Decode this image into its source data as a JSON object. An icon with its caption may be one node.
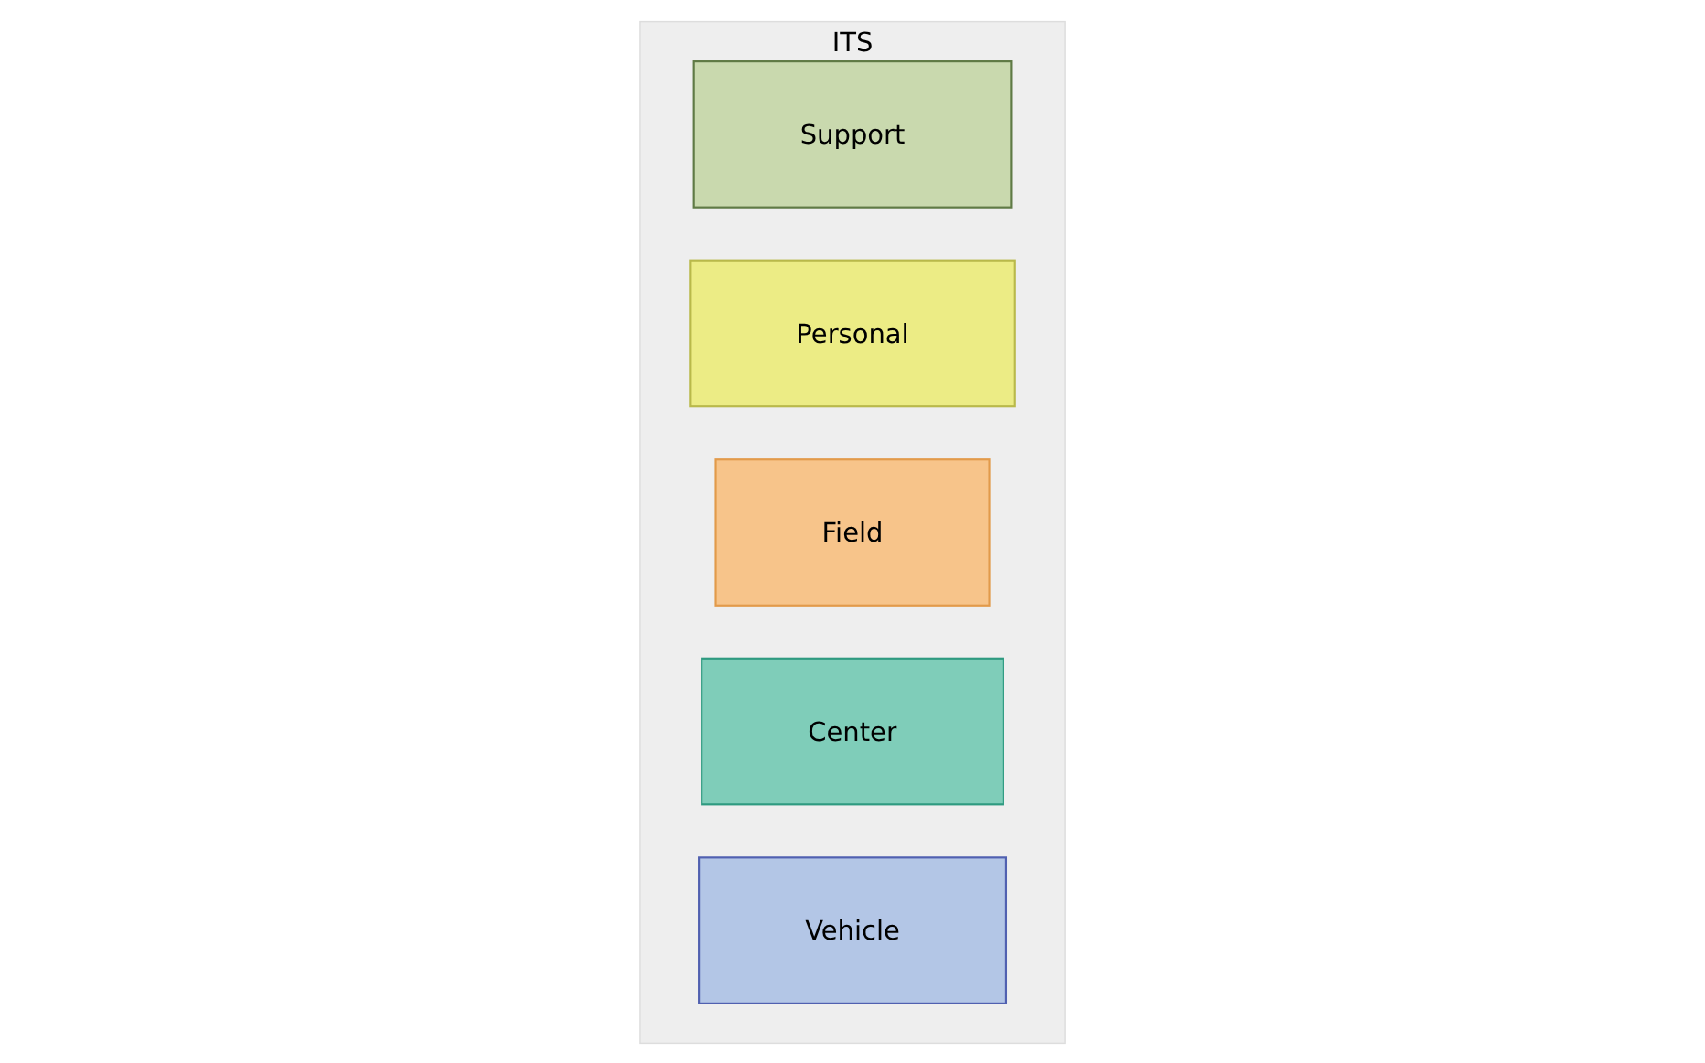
{
  "diagram": {
    "nodes": [
      {
        "text": [
          "ITS"
        ]
      },
      {
        "text": [
          "Support"
        ],
        "in": 0
      },
      {
        "text": [
          "Personal"
        ],
        "in": 0
      },
      {
        "text": [
          "Field"
        ],
        "in": 0
      },
      {
        "text": [
          "Center"
        ],
        "in": 0
      },
      {
        "text": [
          "Vehicle"
        ],
        "in": 0
      }
    ]
  }
}
